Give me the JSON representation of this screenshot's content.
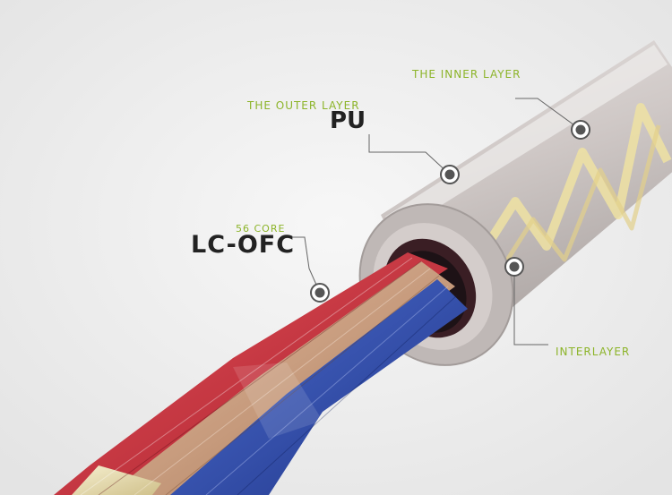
{
  "labels": {
    "inner_layer": "THE INNER LAYER",
    "outer_layer": "THE OUTER LAYER",
    "outer_material": "PU",
    "core_count": "56 CORE",
    "core_material": "LC-OFC",
    "interlayer": "INTERLAYER"
  },
  "colors": {
    "label_green": "#8cb429",
    "title_dark": "#222222",
    "background": "#efefef",
    "jacket": "#c9c2c0",
    "conductor_red": "#c8303a",
    "conductor_copper": "#c89a7c",
    "conductor_blue": "#2f4fb0",
    "conductor_cream": "#e8dcb0",
    "spiral_yellow": "#efe2a2"
  }
}
